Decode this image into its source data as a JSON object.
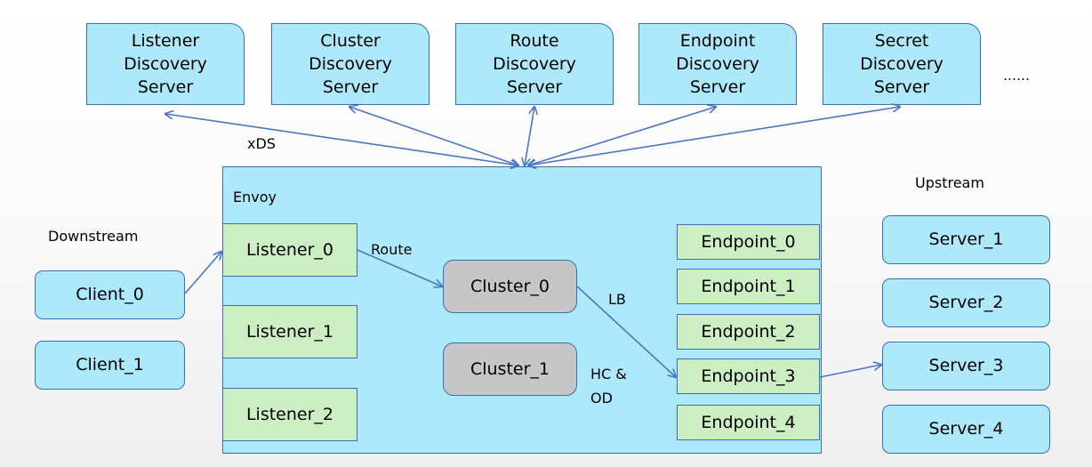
{
  "discovery_servers": [
    {
      "line1": "Listener",
      "line2": "Discovery",
      "line3": "Server"
    },
    {
      "line1": "Cluster",
      "line2": "Discovery",
      "line3": "Server"
    },
    {
      "line1": "Route",
      "line2": "Discovery",
      "line3": "Server"
    },
    {
      "line1": "Endpoint",
      "line2": "Discovery",
      "line3": "Server"
    },
    {
      "line1": "Secret",
      "line2": "Discovery",
      "line3": "Server"
    }
  ],
  "ellipsis": "……",
  "labels": {
    "xds": "xDS",
    "envoy": "Envoy",
    "downstream": "Downstream",
    "upstream": "Upstream",
    "route": "Route",
    "lb": "LB",
    "hc_line1": "HC &",
    "hc_line2": "OD"
  },
  "clients": [
    "Client_0",
    "Client_1"
  ],
  "listeners": [
    "Listener_0",
    "Listener_1",
    "Listener_2"
  ],
  "clusters": [
    "Cluster_0",
    "Cluster_1"
  ],
  "endpoints": [
    "Endpoint_0",
    "Endpoint_1",
    "Endpoint_2",
    "Endpoint_3",
    "Endpoint_4"
  ],
  "servers": [
    "Server_1",
    "Server_2",
    "Server_3",
    "Server_4"
  ],
  "colors": {
    "box_blue": "#aee8fb",
    "box_green": "#cdeec2",
    "box_grey": "#c6c6c6",
    "border": "#3a6fb0",
    "arrow": "#4a76c4"
  }
}
